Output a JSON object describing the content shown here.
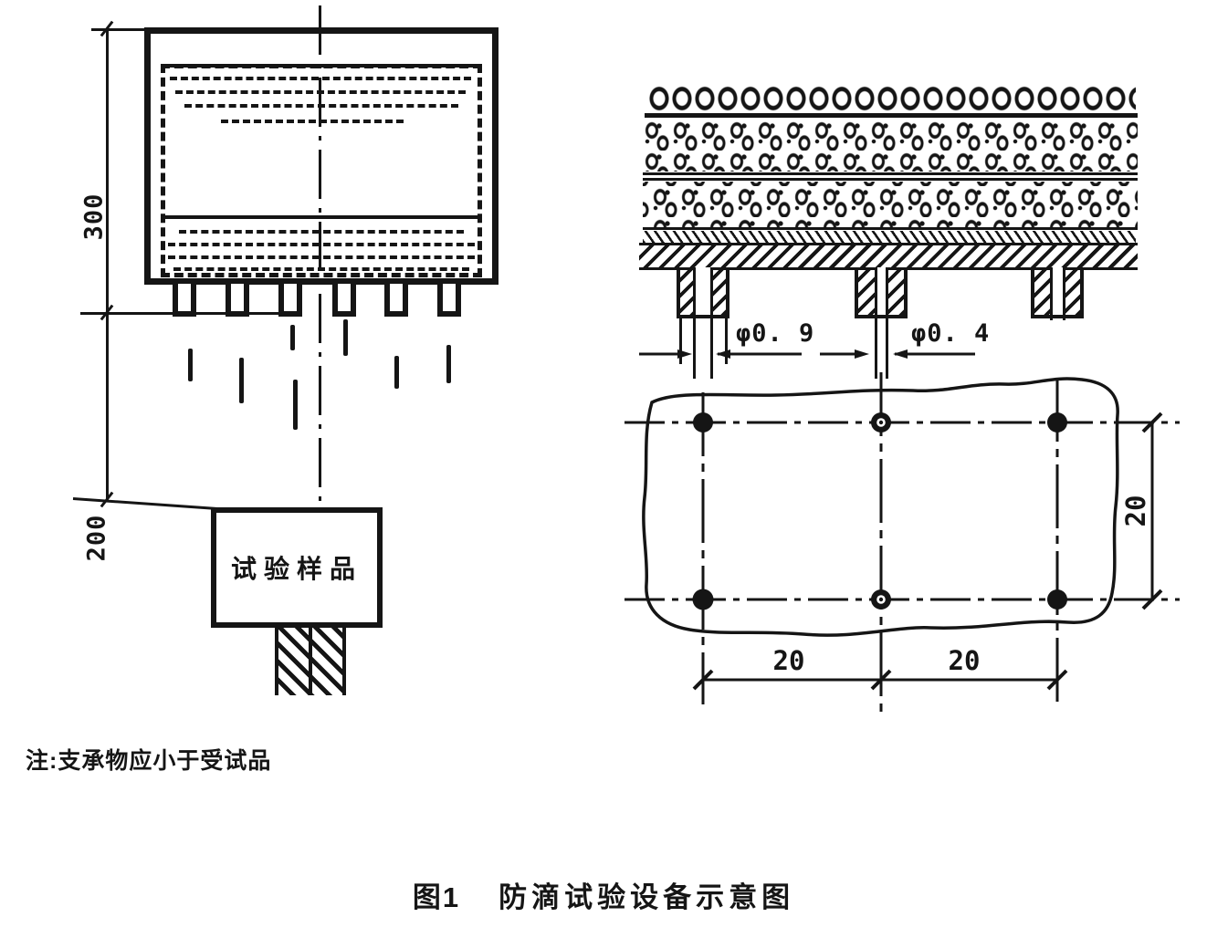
{
  "figure": {
    "caption": {
      "number": "图1",
      "title": "防滴试验设备示意图"
    },
    "note": "注:支承物应小于受试品",
    "tank_view": {
      "upper_height": "300",
      "lower_height": "200",
      "sample_label": "试验样品"
    },
    "nozzle_detail": {
      "large_hole_dia": "φ0. 9",
      "small_hole_dia": "φ0. 4"
    },
    "hole_plan": {
      "col_spacing_left": "20",
      "col_spacing_right": "20",
      "row_spacing": "20"
    }
  }
}
